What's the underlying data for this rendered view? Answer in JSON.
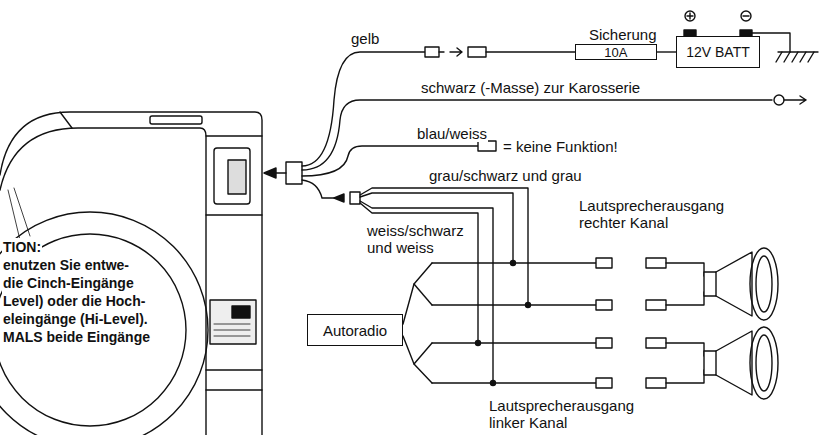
{
  "diagram": {
    "nodes": [
      {
        "text": [
          "Sicherung",
          "10A"
        ]
      },
      {
        "text": [
          "12V BATT"
        ]
      },
      {
        "text": [
          "Autoradio"
        ]
      }
    ],
    "edges": [
      {
        "from": 0,
        "to": 1,
        "arrow": "none"
      }
    ],
    "labels": [
      "gelb",
      "schwarz (-Masse) zur Karosserie",
      "blau/weiss",
      "= keine Funktion!",
      "grau/schwarz und grau",
      "weiss/schwarz und weiss",
      "Lautsprecherausgang rechter Kanal",
      "Lautsprecherausgang linker Kanal",
      "TION:",
      "enutzen Sie entwe-",
      "die Cinch-Eingänge",
      "Level) oder die Hoch-",
      "eleingänge (Hi-Level).",
      "MALS beide Eingänge"
    ]
  }
}
